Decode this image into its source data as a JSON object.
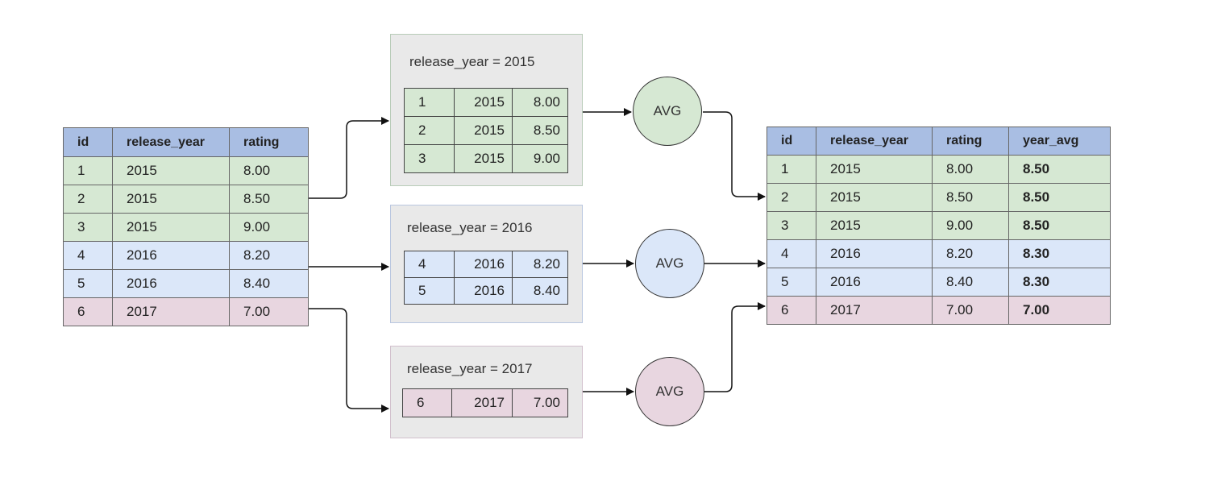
{
  "source_table": {
    "headers": [
      "id",
      "release_year",
      "rating"
    ],
    "rows": [
      [
        "1",
        "2015",
        "8.00"
      ],
      [
        "2",
        "2015",
        "8.50"
      ],
      [
        "3",
        "2015",
        "9.00"
      ],
      [
        "4",
        "2016",
        "8.20"
      ],
      [
        "5",
        "2016",
        "8.40"
      ],
      [
        "6",
        "2017",
        "7.00"
      ]
    ]
  },
  "groups": [
    {
      "label": "release_year = 2015",
      "rows": [
        [
          "1",
          "2015",
          "8.00"
        ],
        [
          "2",
          "2015",
          "8.50"
        ],
        [
          "3",
          "2015",
          "9.00"
        ]
      ]
    },
    {
      "label": "release_year = 2016",
      "rows": [
        [
          "4",
          "2016",
          "8.20"
        ],
        [
          "5",
          "2016",
          "8.40"
        ]
      ]
    },
    {
      "label": "release_year = 2017",
      "rows": [
        [
          "6",
          "2017",
          "7.00"
        ]
      ]
    }
  ],
  "avg_nodes": [
    "AVG",
    "AVG",
    "AVG"
  ],
  "result_table": {
    "headers": [
      "id",
      "release_year",
      "rating",
      "year_avg"
    ],
    "rows": [
      [
        "1",
        "2015",
        "8.00",
        "8.50"
      ],
      [
        "2",
        "2015",
        "8.50",
        "8.50"
      ],
      [
        "3",
        "2015",
        "9.00",
        "8.50"
      ],
      [
        "4",
        "2016",
        "8.20",
        "8.30"
      ],
      [
        "5",
        "2016",
        "8.40",
        "8.30"
      ],
      [
        "6",
        "2017",
        "7.00",
        "7.00"
      ]
    ]
  },
  "colors": {
    "header": "#a9bee3",
    "group_2015": "#d6e8d3",
    "group_2016": "#dbe7f9",
    "group_2017": "#e8d6e0",
    "panel": "#e9e9e9"
  }
}
